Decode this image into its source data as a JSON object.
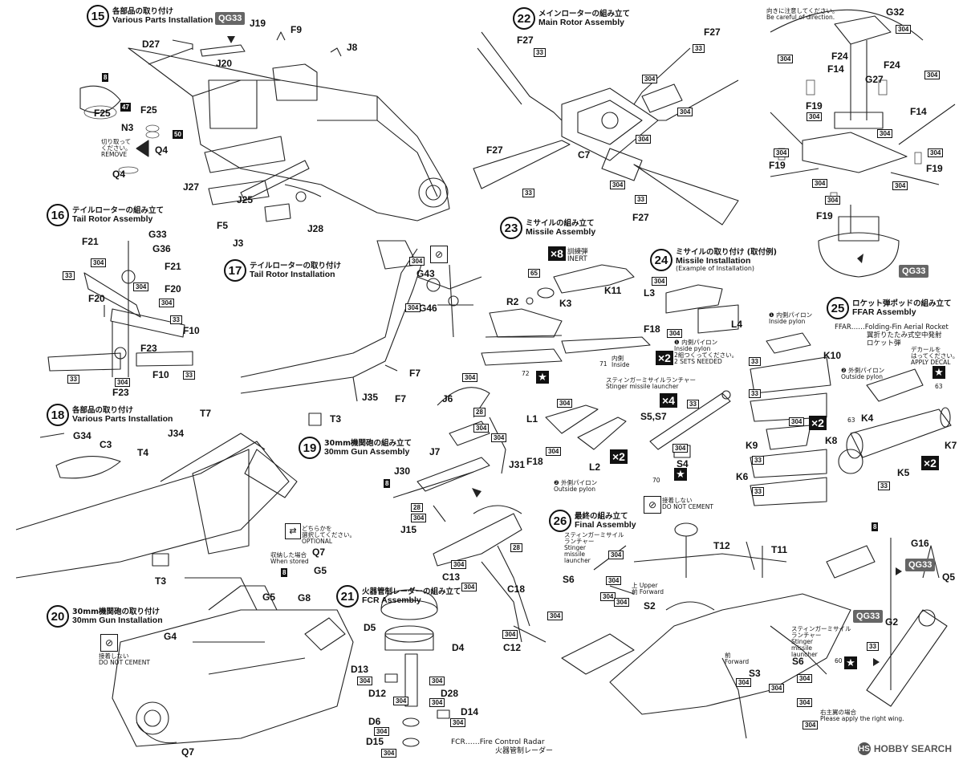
{
  "steps": [
    {
      "id": "s15",
      "num": "15",
      "jp": "各部品の取り付け",
      "en": "Various Parts Installation"
    },
    {
      "id": "s16",
      "num": "16",
      "jp": "テイルローターの組み立て",
      "en": "Tail Rotor Assembly"
    },
    {
      "id": "s17",
      "num": "17",
      "jp": "テイルローターの取り付け",
      "en": "Tail Rotor Installation"
    },
    {
      "id": "s18",
      "num": "18",
      "jp": "各部品の取り付け",
      "en": "Various Parts Installation"
    },
    {
      "id": "s19",
      "num": "19",
      "jp": "30mm機関砲の組み立て",
      "en": "30mm Gun Assembly"
    },
    {
      "id": "s20",
      "num": "20",
      "jp": "30mm機関砲の取り付け",
      "en": "30mm Gun Installation"
    },
    {
      "id": "s21",
      "num": "21",
      "jp": "火器管制レーダーの組み立て",
      "en": "FCR Assembly"
    },
    {
      "id": "s22",
      "num": "22",
      "jp": "メインローターの組み立て",
      "en": "Main Rotor Assembly"
    },
    {
      "id": "s23",
      "num": "23",
      "jp": "ミサイルの組み立て",
      "en": "Missile Assembly"
    },
    {
      "id": "s24",
      "num": "24",
      "jp": "ミサイルの取り付け (取付例)",
      "en": "Missile Installation",
      "en2": "(Example of Installation)"
    },
    {
      "id": "s25",
      "num": "25",
      "jp": "ロケット弾ポッドの組み立て",
      "en": "FFAR Assembly"
    },
    {
      "id": "s26",
      "num": "26",
      "jp": "最終の組み立て",
      "en": "Final Assembly"
    }
  ],
  "parts": {
    "s15": [
      "D27",
      "J19",
      "F9",
      "J8",
      "J20",
      "F25",
      "N3",
      "F25",
      "Q4",
      "Q4",
      "J27",
      "J25",
      "F5",
      "J3",
      "J28"
    ],
    "s16": [
      "G33",
      "F21",
      "G36",
      "F21",
      "F20",
      "F20",
      "F10",
      "F23",
      "F10",
      "F23"
    ],
    "s17": [
      "G43",
      "G46",
      "F7",
      "J35",
      "F7",
      "T3"
    ],
    "s18": [
      "G34",
      "C3",
      "J34",
      "T7",
      "T4",
      "T3"
    ],
    "s19": [
      "J6",
      "J7",
      "J30",
      "J31",
      "J15"
    ],
    "s20": [
      "G4",
      "G5",
      "G8",
      "Q7",
      "Q7",
      "G5"
    ],
    "s21": [
      "D5",
      "D4",
      "D13",
      "D12",
      "D28",
      "D14",
      "D6",
      "D15"
    ],
    "s22": [
      "F27",
      "F27",
      "F27",
      "F27",
      "C7"
    ],
    "s23": [
      "K11",
      "R2",
      "K3"
    ],
    "s24": [
      "L3",
      "L4",
      "F18",
      "L1",
      "F18",
      "L2",
      "S5,S7",
      "S4"
    ],
    "s25": [
      "K10",
      "K9",
      "K6",
      "K4",
      "K8",
      "K7",
      "K5"
    ],
    "s26": [
      "T12",
      "T11",
      "G16",
      "Q5",
      "G2",
      "S6",
      "S2",
      "S3",
      "S6"
    ],
    "rotorhead": [
      "G32",
      "F24",
      "F24",
      "F14",
      "G27",
      "F14",
      "F19",
      "F19",
      "F19",
      "F19"
    ],
    "s15_qg": "QG33",
    "s15_remove": [
      "切り取って",
      "ください。",
      "REMOVE"
    ]
  },
  "notes": {
    "direction_jp": "向きに注意してください。",
    "direction_en": "Be careful of direction.",
    "no_cement_jp": "接着しない",
    "no_cement_en": "DO NOT CEMENT",
    "either_jp": "どちらかを",
    "either_jp2": "選択してください。",
    "either_en": "OPTIONAL",
    "stored_jp": "収納した場合",
    "stored_en": "When stored",
    "inert_jp": "訓練弾",
    "inert_en": "INERT",
    "inside_jp": "内側",
    "inside_en": "Inside",
    "inner_pylon_jp": "内側パイロン",
    "inner_pylon_en": "Inside pylon",
    "outer_pylon_jp": "外側パイロン",
    "outer_pylon_en": "Outside pylon",
    "two_sets_jp": "2組つくってください。",
    "two_sets_en": "2 SETS NEEDED",
    "stinger_jp": "スティンガーミサイルランチャー",
    "stinger_en": "Stinger missile launcher",
    "stinger_jp2": "スティンガーミサイル",
    "stinger_jp3": "ランチャー",
    "stinger_en2": "Stinger",
    "stinger_en3": "missile",
    "stinger_en4": "launcher",
    "ffar_def": "FFAR……Folding-Fin Aerial Rocket",
    "ffar_jp1": "翼折りたたみ式空中発射",
    "ffar_jp2": "ロケット弾",
    "decal_jp1": "デカールを",
    "decal_jp2": "はってください。",
    "decal_en": "APPLY DECAL",
    "fcr_def": "FCR……Fire Control Radar",
    "fcr_jp": "火器管制レーダー",
    "right_wing_jp": "右主翼の場合",
    "right_wing_en": "Please apply the right wing.",
    "upper_jp": "上",
    "upper_en": "Upper",
    "forward_jp": "前",
    "forward_en": "Forward",
    "note1": "1",
    "note2": "2"
  },
  "badges": {
    "mult_x8": "×8",
    "mult_x2": "×2",
    "mult_x4": "×4",
    "qg": "QG33",
    "paint": [
      "8",
      "47",
      "50",
      "33",
      "304",
      "28",
      "65",
      "72",
      "71",
      "70",
      "63",
      "60"
    ]
  },
  "watermark": "HOBBY SEARCH",
  "watermark_mark": "HS"
}
